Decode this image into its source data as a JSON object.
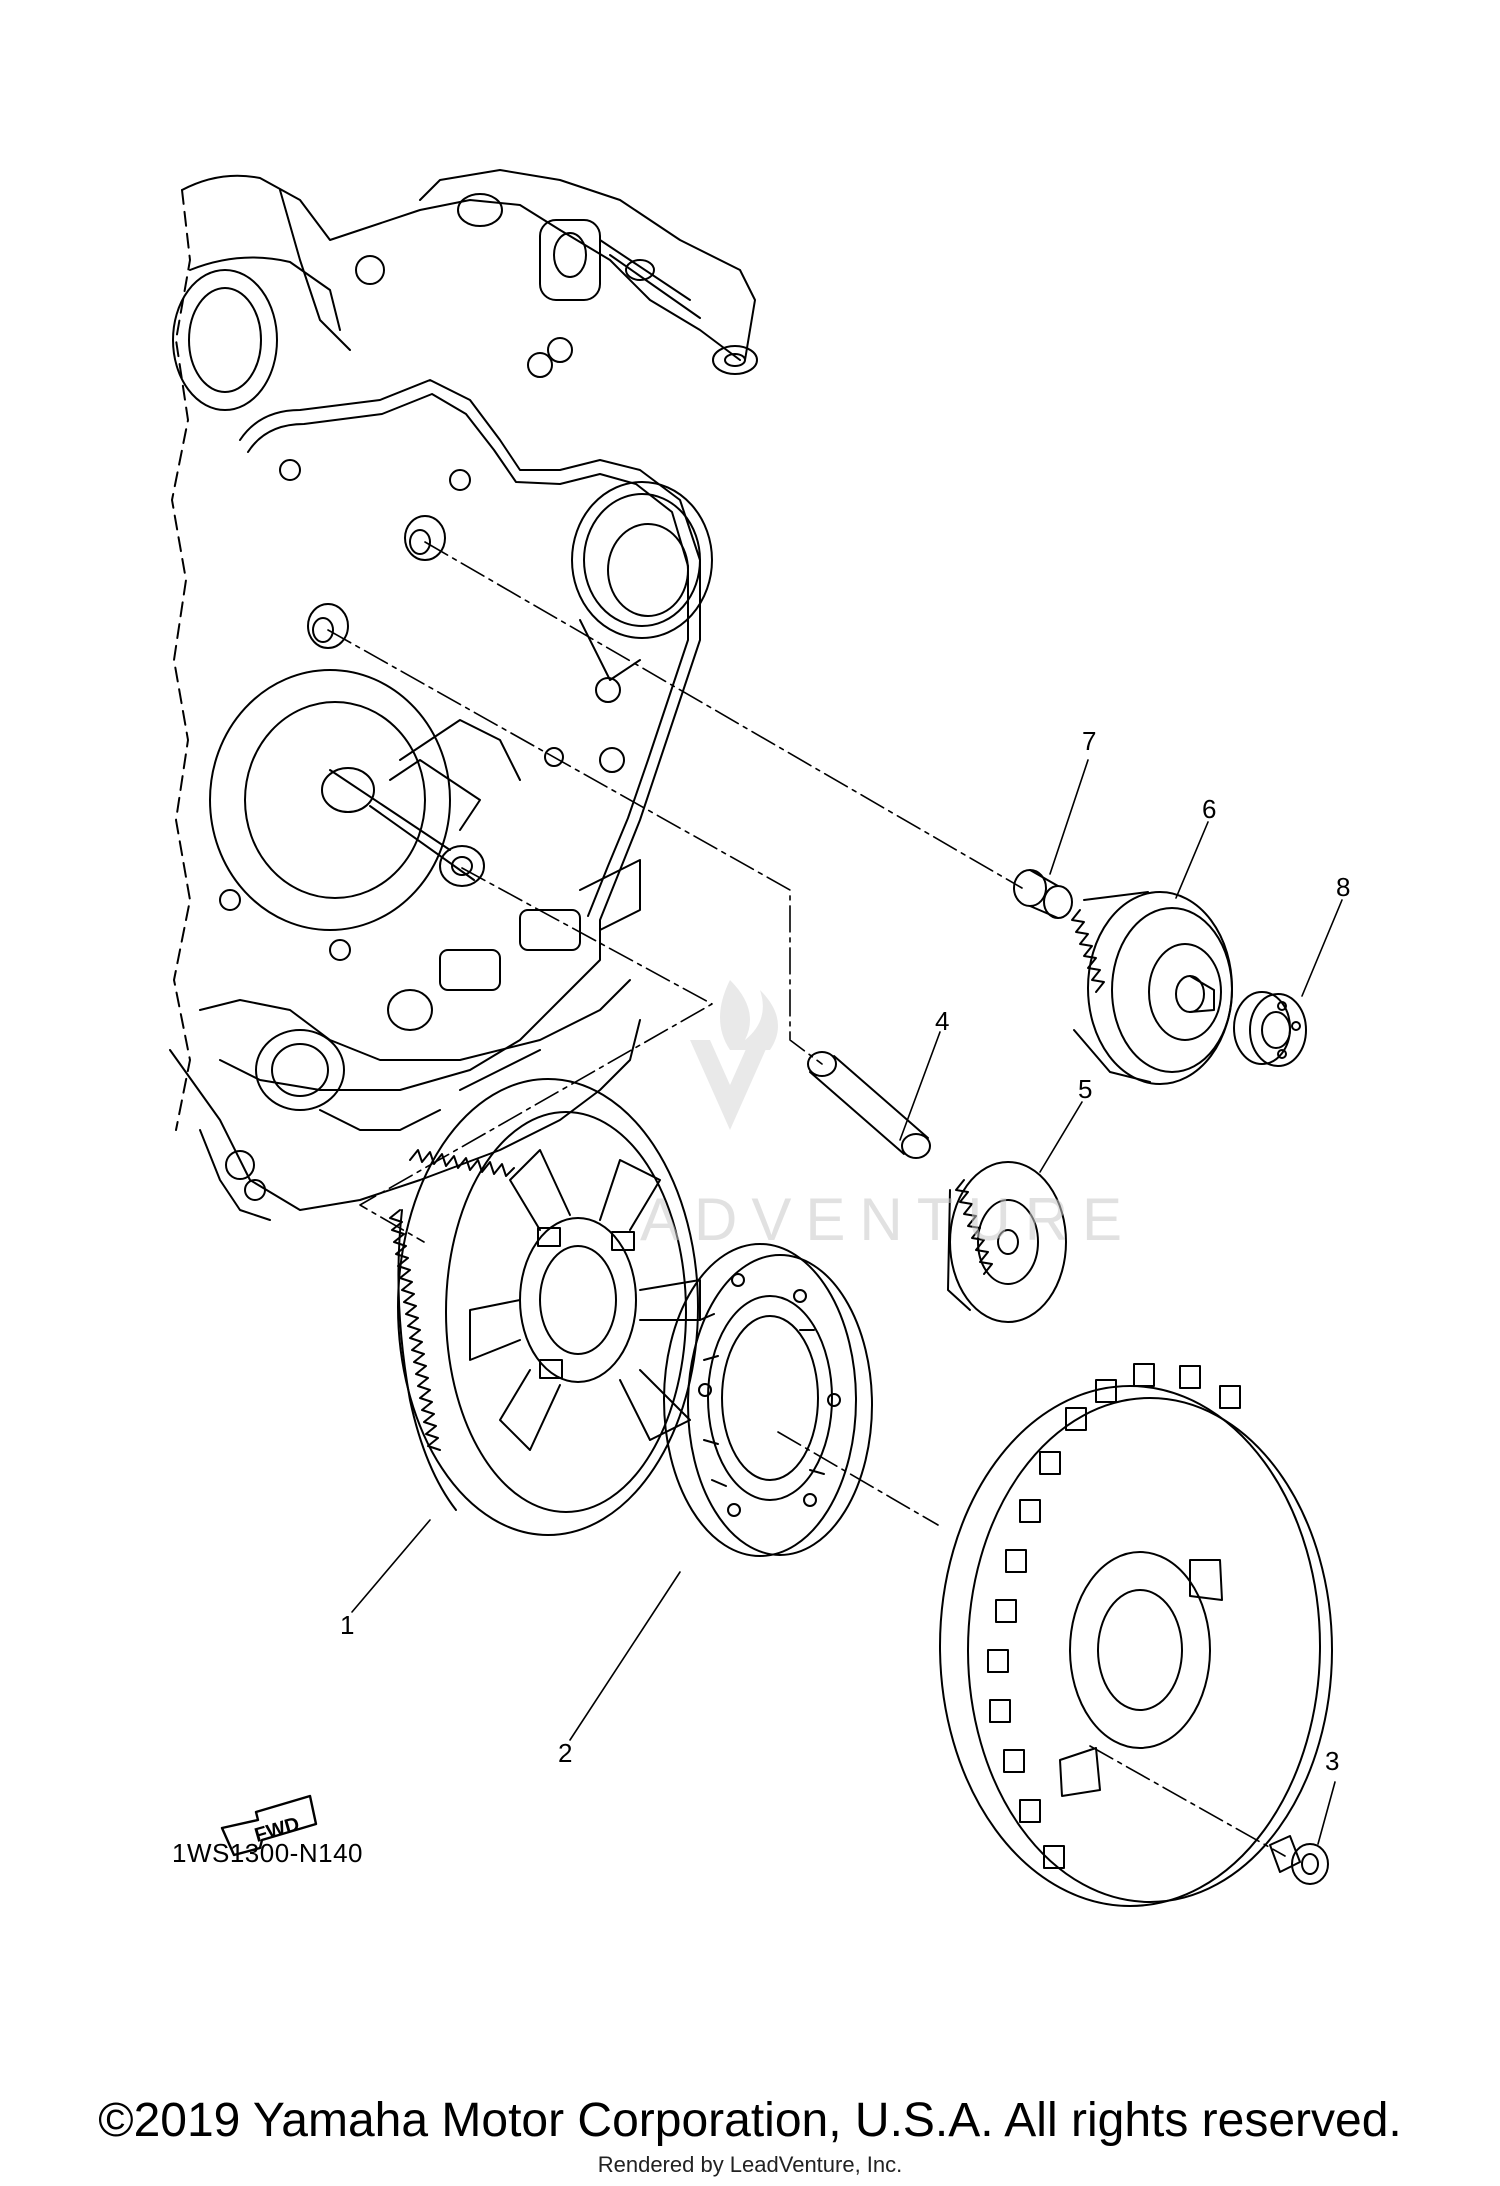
{
  "callouts": {
    "c1": "1",
    "c2": "2",
    "c3": "3",
    "c4": "4",
    "c5": "5",
    "c6": "6",
    "c7": "7",
    "c8": "8"
  },
  "fwd_label": "FWD",
  "diagram_code": "1WS1300-N140",
  "watermark_text": "ADVENTURE",
  "copyright": "©2019 Yamaha Motor Corporation, U.S.A. All rights reserved.",
  "rendered_by": "Rendered by LeadVenture, Inc.",
  "colors": {
    "line": "#000000",
    "background": "#ffffff",
    "watermark": "#c9c9c9"
  }
}
